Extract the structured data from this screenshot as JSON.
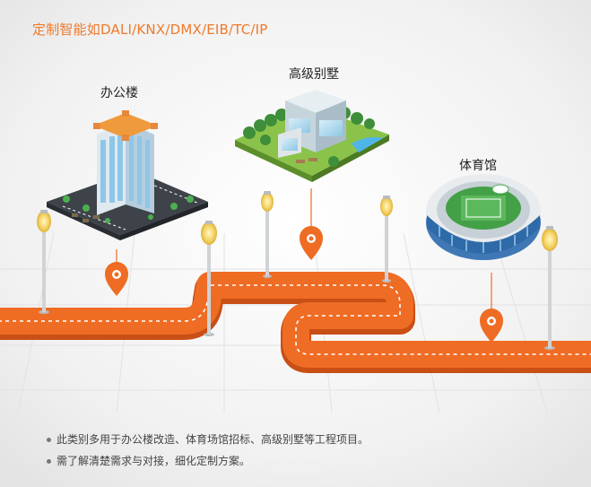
{
  "headline": "定制智能如DALI/KNX/DMX/EIB/TC/IP",
  "locations": {
    "office": "办公楼",
    "villa": "高级别墅",
    "stadium": "体育馆"
  },
  "notes": [
    "此类别多用于办公楼改造、体育场馆招标、高级别墅等工程项目。",
    "需了解清楚需求与对接，细化定制方案。"
  ],
  "icons": {
    "pin": "location-pin-icon",
    "lamp": "street-lamp-icon",
    "office": "office-building-icon",
    "villa": "villa-icon",
    "stadium": "stadium-icon"
  },
  "colors": {
    "accent": "#ee7a2c",
    "road": "#ef6c24",
    "road_dark": "#c84f15",
    "lane": "#ffffff",
    "text": "#222222"
  }
}
